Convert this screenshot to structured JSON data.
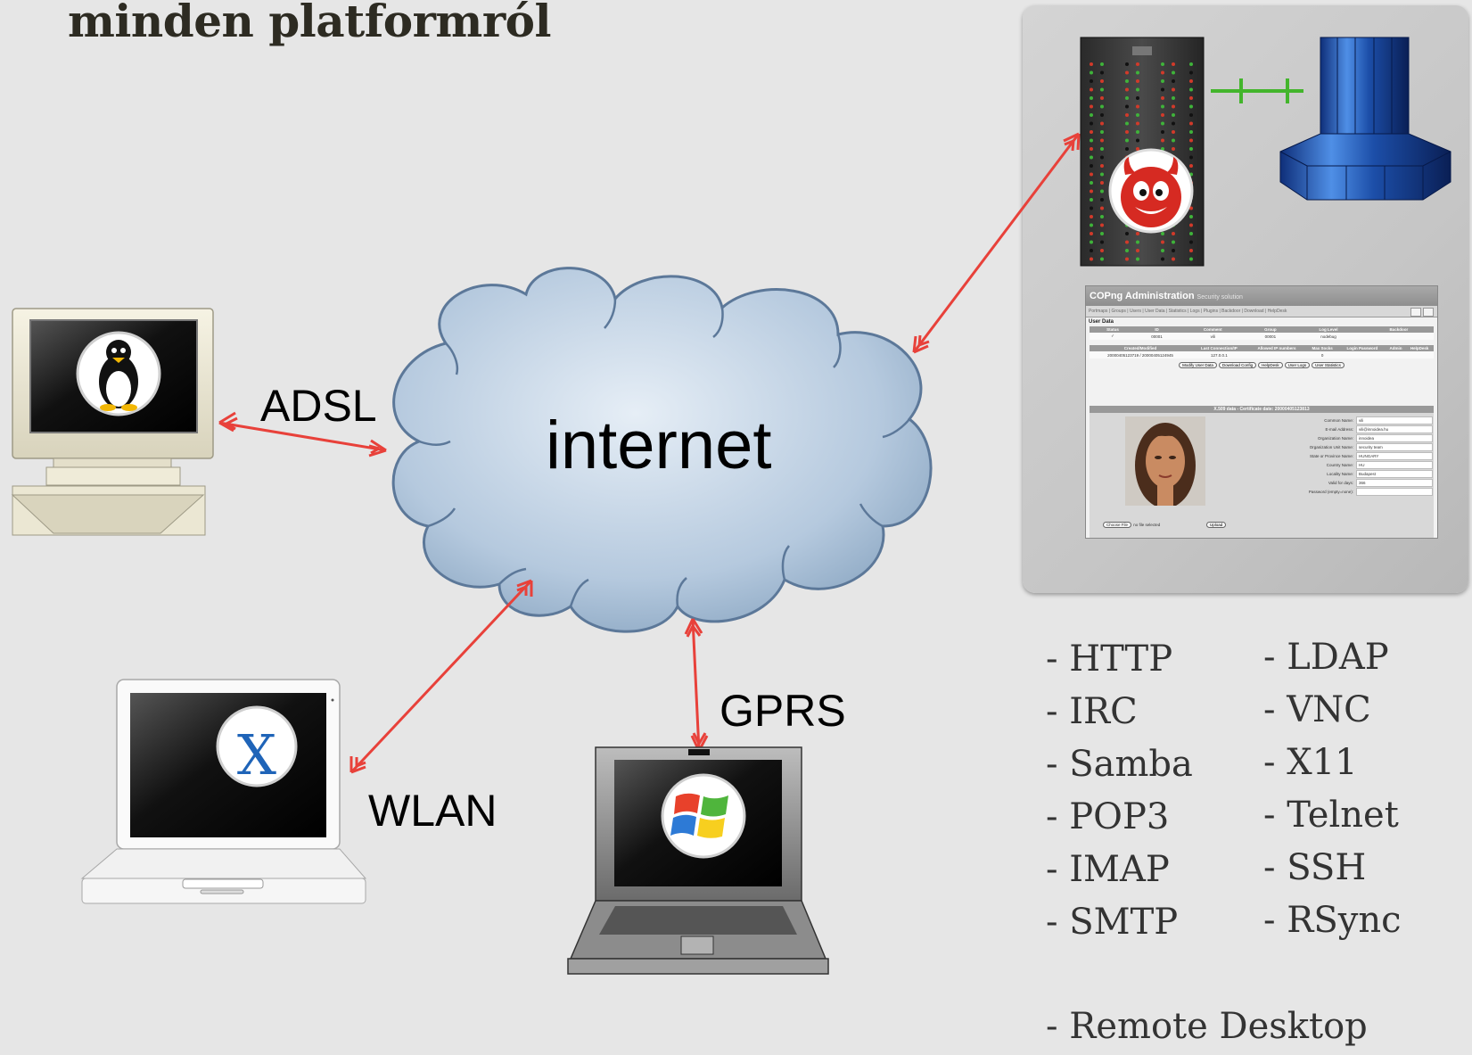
{
  "title": "minden platformról",
  "cloud": {
    "label": "internet"
  },
  "links": {
    "adsl": "ADSL",
    "wlan": "WLAN",
    "gprs": "GPRS"
  },
  "protocols": {
    "left": [
      "- HTTP",
      "- IRC",
      "- Samba",
      "- POP3",
      "- IMAP",
      "- SMTP"
    ],
    "right": [
      "- LDAP",
      "- VNC",
      "- X11",
      "- Telnet",
      "- SSH",
      "- RSync"
    ],
    "extra": "- Remote Desktop"
  },
  "admin": {
    "app_title": "COPng Administration",
    "app_subtitle": "Security solution",
    "nav": "Portmaps | Groups | Users | User Data | Statistics | Logs | Plugins | Backdoor | Download | HelpDesk",
    "section": "User Data",
    "user_headers": [
      "Status",
      "ID",
      "Comment",
      "Group",
      "Log Level",
      "Backdoor"
    ],
    "user_row": [
      "✓",
      "00001",
      "vili",
      "00001",
      "nodebug",
      ""
    ],
    "conn_headers": [
      "Created/Modified",
      "Last Connection/IP",
      "Allowed IP numbers",
      "Max Socks",
      "Login Password",
      "Admin",
      "HelpDesk"
    ],
    "conn_row": [
      "20000405123719 / 20000405124945",
      "127.0.0.1",
      "",
      "0",
      "",
      "",
      ""
    ],
    "buttons": [
      "Modify User Data",
      "Download Config",
      "HelpDesk",
      "User Logs",
      "User Statistics"
    ],
    "x509_title": "X.509 data - Certificate date: 20000405123813",
    "x509_fields": [
      {
        "k": "Common Name:",
        "v": "vili"
      },
      {
        "k": "E-mail Address:",
        "v": "vili@innoidea.hu"
      },
      {
        "k": "Organization Name:",
        "v": "innoidea"
      },
      {
        "k": "Organization Unit Name:",
        "v": "security team"
      },
      {
        "k": "State or Province Name:",
        "v": "HUNGARY"
      },
      {
        "k": "Country Name:",
        "v": "HU"
      },
      {
        "k": "Locality Name:",
        "v": "Budapest"
      },
      {
        "k": "Valid for days:",
        "v": "366"
      },
      {
        "k": "Password (empty=none):",
        "v": ""
      }
    ],
    "choose_file": "Choose File",
    "no_file": "no file selected",
    "upload": "Upload"
  },
  "colors": {
    "link_line": "#e8413a",
    "cloud_fill": "#b7cbe0",
    "cloud_stroke": "#6e8aa8",
    "server_link": "#43b52c",
    "background": "#e6e6e6"
  },
  "icons": [
    "linux-penguin-icon",
    "mac-os-x-icon",
    "windows-flag-icon",
    "freebsd-daemon-icon"
  ]
}
